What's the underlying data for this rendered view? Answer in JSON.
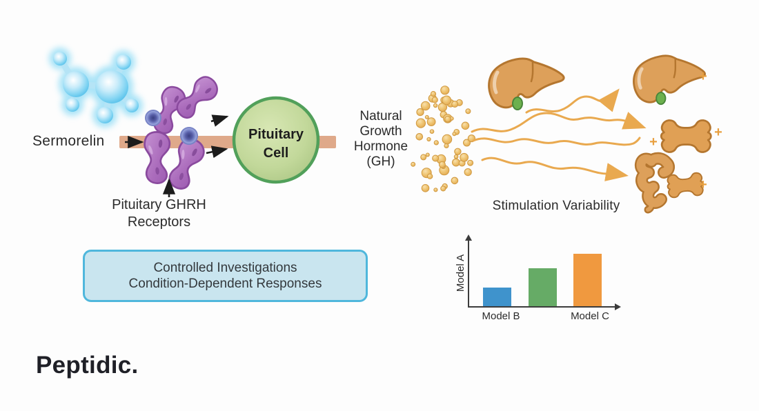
{
  "diagram": {
    "sermorelin_label": "Sermorelin",
    "receptors_label": [
      "Pituitary GHRH",
      "Receptors"
    ],
    "cell_label": [
      "Pituitary",
      "Cell"
    ],
    "gh_label": [
      "Natural",
      "Growth",
      "Hormone",
      "(GH)"
    ],
    "stimulation_label": "Stimulation Variability",
    "plus_icon": "+"
  },
  "info_box": {
    "line1": "Controlled Investigations",
    "line2": "Condition-Dependent Responses"
  },
  "chart_data": {
    "type": "bar",
    "title": "",
    "ylabel": "Model A",
    "xlabel": "",
    "categories": [
      "Model B",
      "",
      "Model C"
    ],
    "values": [
      28,
      57,
      79
    ],
    "ylim": [
      0,
      100
    ],
    "bar_colors": [
      "#3F93CC",
      "#66AB66",
      "#F0993F"
    ],
    "grid": false,
    "legend": false
  },
  "brand": {
    "logo": "Peptidic."
  },
  "colors": {
    "background": "#FDFDFD",
    "membrane": "#DFA98A",
    "cell_fill": "#BCD494",
    "cell_border": "#51A05A",
    "receptor_purple": "#A566B6",
    "ligand_blue": "#5D64AD",
    "molecule_blue": "#7FD3F2",
    "gh_dot": "#EBBB62",
    "wavy_arrow": "#E9A94F",
    "organ_fill": "#DDA05A",
    "organ_outline": "#B4762F",
    "info_box_fill": "#C9E5EF",
    "info_box_border": "#4FB7DC",
    "text": "#2B2B2B"
  }
}
